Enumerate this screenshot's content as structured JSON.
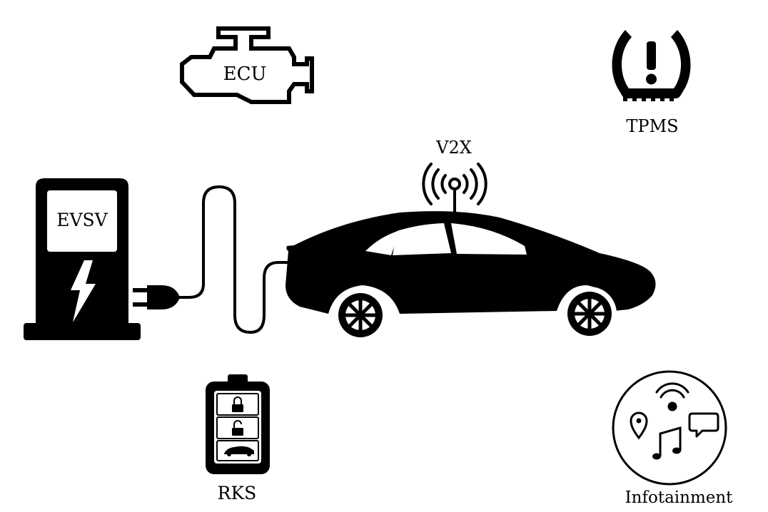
{
  "labels": {
    "ecu": "ECU",
    "tpms": "TPMS",
    "v2x": "V2X",
    "evsv": "EVSV",
    "rks": "RKS",
    "infotainment": "Infotainment"
  },
  "icons": {
    "ecu": "engine-icon",
    "tpms": "tire-pressure-warning-icon",
    "v2x": "antenna-signal-icon",
    "evsv": "charging-station-icon",
    "plug": "power-plug-icon",
    "car": "car-icon",
    "rks": "key-fob-icon",
    "infotainment": "infotainment-icon"
  },
  "colors": {
    "ink": "#000000",
    "paper": "#ffffff"
  }
}
